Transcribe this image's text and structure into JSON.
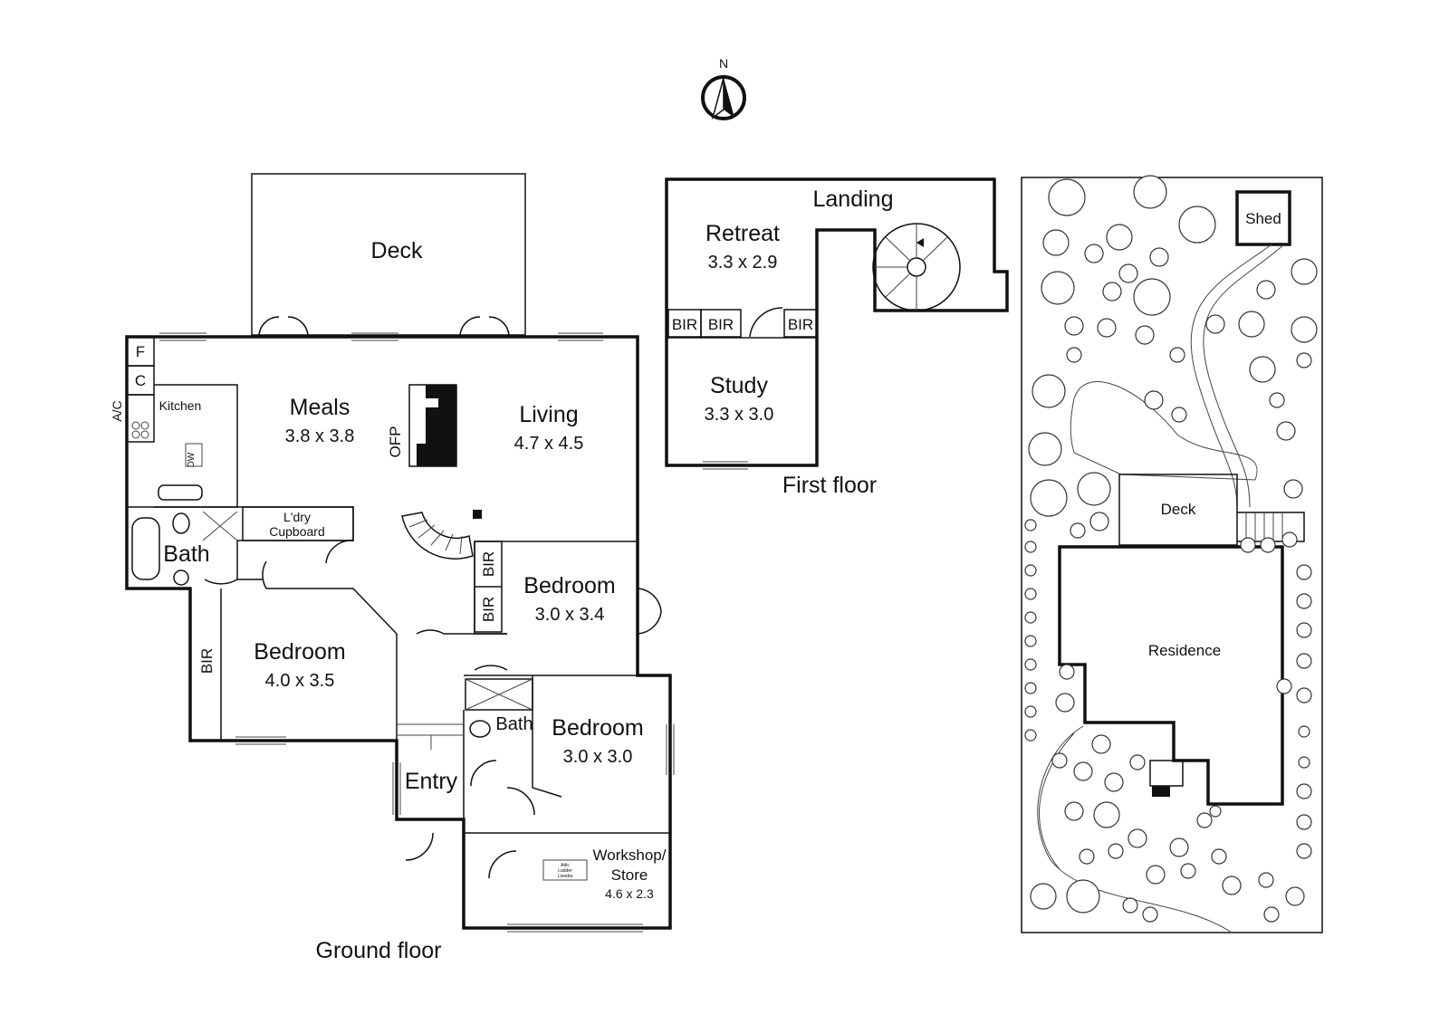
{
  "compass": {
    "label": "N"
  },
  "ground_floor": {
    "title": "Ground floor",
    "deck": "Deck",
    "meals": {
      "name": "Meals",
      "size": "3.8 x 3.8"
    },
    "living": {
      "name": "Living",
      "size": "4.7 x 4.5"
    },
    "kitchen": "Kitchen",
    "fridge": "F",
    "cupboard": "C",
    "ac": "A/C",
    "dw": "DW",
    "ofp": "OFP",
    "bath1": "Bath",
    "laundry_line1": "L'dry",
    "laundry_line2": "Cupboard",
    "bir1": "BIR",
    "bir2": "BIR",
    "bir3": "BIR",
    "bedroom1": {
      "name": "Bedroom",
      "size": "3.0 x 3.4"
    },
    "bedroom2": {
      "name": "Bedroom",
      "size": "4.0 x 3.5"
    },
    "bedroom3": {
      "name": "Bedroom",
      "size": "3.0 x 3.0"
    },
    "bath2": "Bath",
    "entry": "Entry",
    "workshop_line1": "Workshop/",
    "workshop_line2": "Store",
    "workshop_size": "4.6 x 2.3",
    "attic_line1": "Attic",
    "attic_line2": "Ladder",
    "attic_line3": "Lowdra"
  },
  "first_floor": {
    "title": "First floor",
    "landing": "Landing",
    "retreat": {
      "name": "Retreat",
      "size": "3.3 x 2.9"
    },
    "study": {
      "name": "Study",
      "size": "3.3 x 3.0"
    },
    "bir1": "BIR",
    "bir2": "BIR",
    "bir3": "BIR"
  },
  "site_plan": {
    "shed": "Shed",
    "deck": "Deck",
    "residence": "Residence"
  }
}
